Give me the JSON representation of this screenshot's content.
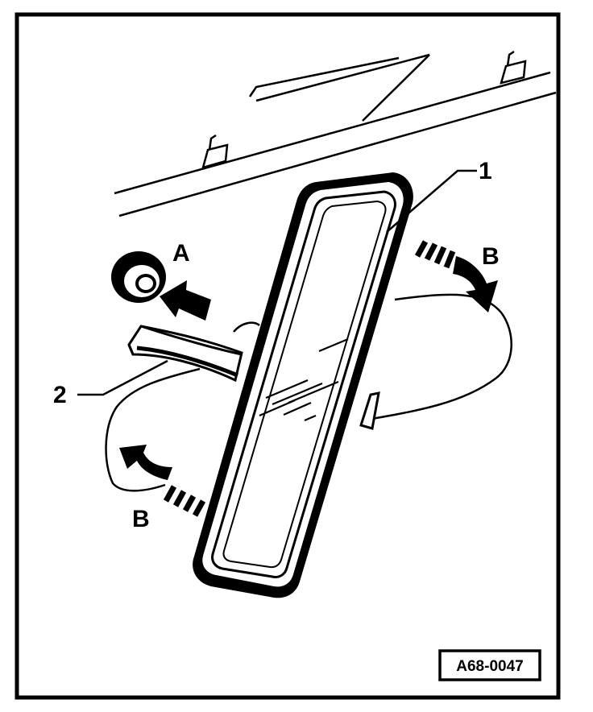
{
  "labels": {
    "part_1": "1",
    "part_2": "2",
    "arrow_a": "A",
    "arrow_b_right": "B",
    "arrow_b_left": "B"
  },
  "figure_code": "A68-0047",
  "colors": {
    "ink": "#000000",
    "paper": "#ffffff"
  }
}
